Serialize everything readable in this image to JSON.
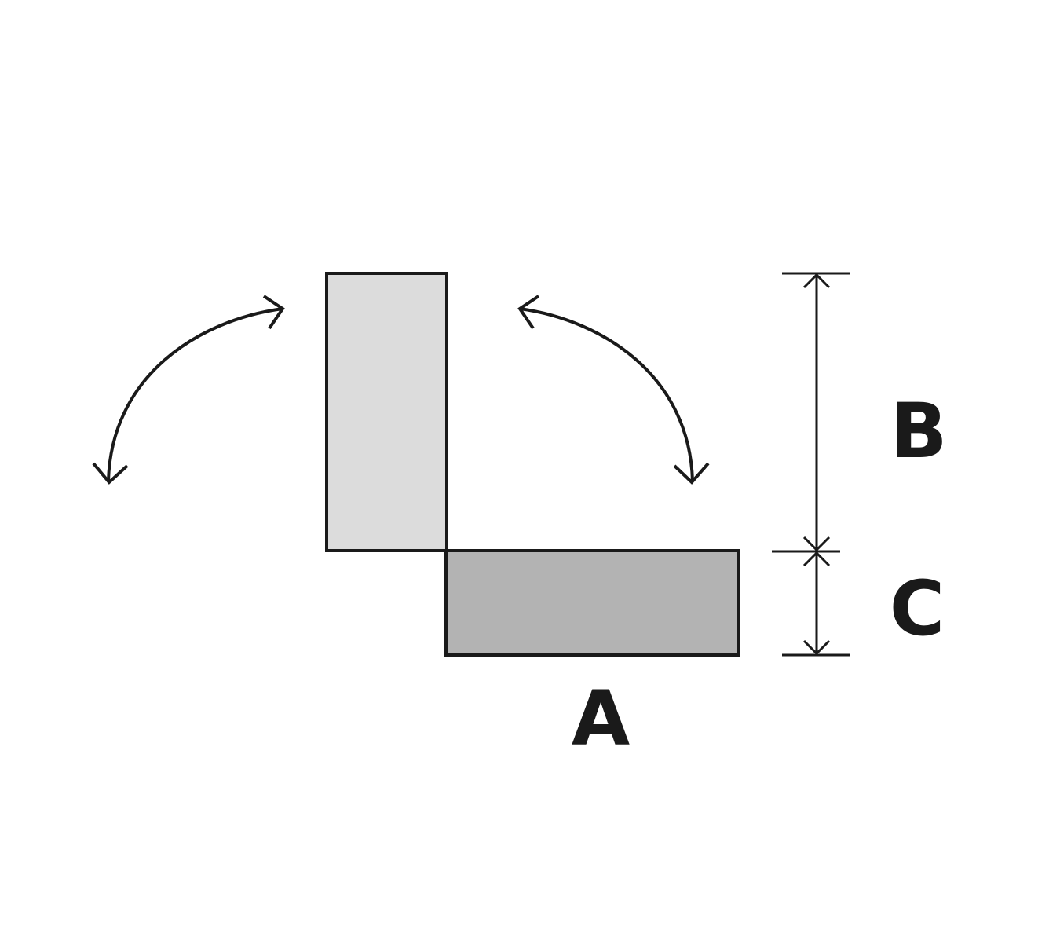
{
  "diagram": {
    "labels": {
      "a": "A",
      "b": "B",
      "c": "C"
    },
    "colors": {
      "stroke": "#1a1a1a",
      "upright_panel_fill": "#dcdcdc",
      "base_panel_fill": "#b3b3b3",
      "text": "#1a1a1a",
      "background": "#ffffff"
    },
    "icons": {
      "left_rotation": "curved-double-arrow-icon",
      "right_rotation": "curved-double-arrow-icon",
      "dimension": "dimension-line-with-arrows"
    }
  }
}
